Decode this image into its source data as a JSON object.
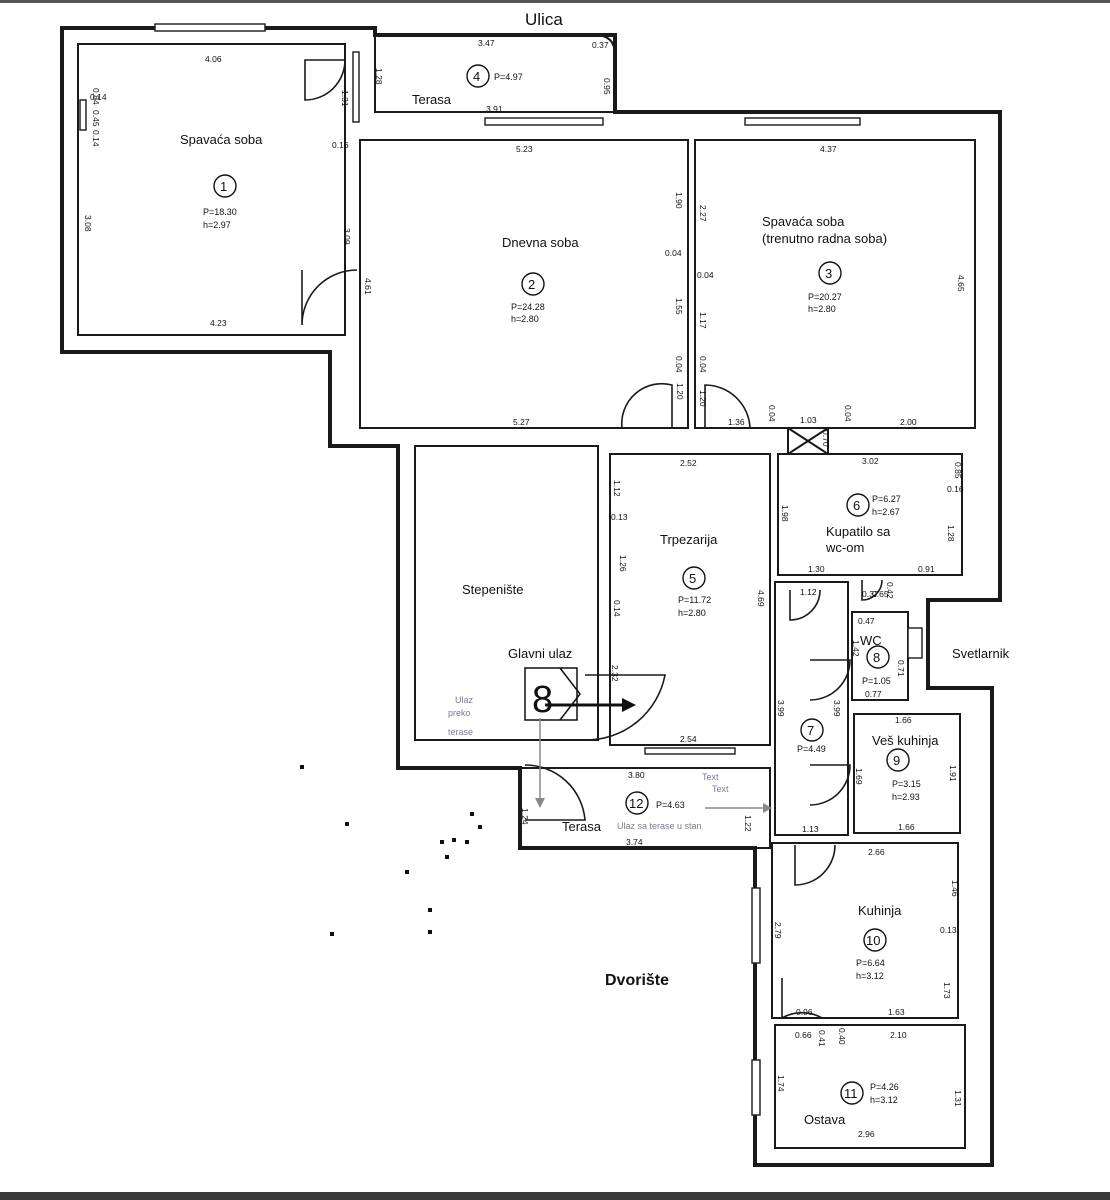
{
  "labels": {
    "street": "Ulica",
    "yard": "Dvorište",
    "lightwell": "Svetlarnik",
    "main_entrance": "Glavni ulaz",
    "entrance_number": "8",
    "entrance_via_terrace_1": "Ulaz",
    "entrance_via_terrace_2": "preko",
    "entrance_via_terrace_3": "terase",
    "terrace_entry": "Ulaz sa terase u stan",
    "text_1": "Text",
    "text_2": "Text"
  },
  "rooms": {
    "r1": {
      "num": "1",
      "name": "Spavaća soba",
      "area": "P=18.30",
      "height": "h=2.97"
    },
    "r2": {
      "num": "2",
      "name": "Dnevna soba",
      "area": "P=24.28",
      "height": "h=2.80"
    },
    "r3": {
      "num": "3",
      "name": "Spavaća soba",
      "name2": "(trenutno radna soba)",
      "area": "P=20.27",
      "height": "h=2.80"
    },
    "r4": {
      "num": "4",
      "name": "Terasa",
      "area": "P=4.97"
    },
    "r5": {
      "num": "5",
      "name": "Trpezarija",
      "area": "P=11.72",
      "height": "h=2.80"
    },
    "r6": {
      "num": "6",
      "name": "Kupatilo sa",
      "name2": "wc-om",
      "area": "P=6.27",
      "height": "h=2.67"
    },
    "r7": {
      "num": "7",
      "area": "P=4.49"
    },
    "r8": {
      "num": "8",
      "name": "WC",
      "area": "P=1.05"
    },
    "r9": {
      "num": "9",
      "name": "Veš kuhinja",
      "area": "P=3.15",
      "height": "h=2.93"
    },
    "r10": {
      "num": "10",
      "name": "Kuhinja",
      "area": "P=6.64",
      "height": "h=3.12"
    },
    "r11": {
      "num": "11",
      "name": "Ostava",
      "area": "P=4.26",
      "height": "h=3.12"
    },
    "r12": {
      "num": "12",
      "name": "Terasa",
      "area": "P=4.63"
    },
    "stairs": {
      "name": "Stepenište"
    }
  },
  "dims": {
    "d1": "4.06",
    "d2": "0.84",
    "d3": "0.14",
    "d4": "0.45",
    "d5": "0.14",
    "d6": "3.08",
    "d7": "4.23",
    "d8": "3.47",
    "d9": "0.37",
    "d10": "1.28",
    "d11": "0.95",
    "d12": "3.91",
    "d13": "1.31",
    "d14": "0.16",
    "d15": "5.23",
    "d16": "3.09",
    "d17": "4.61",
    "d18": "1.90",
    "d19": "0.04",
    "d20": "1.55",
    "d21": "0.04",
    "d22": "5.27",
    "d23": "4.37",
    "d24": "2.27",
    "d25": "0.04",
    "d26": "1.17",
    "d27": "4.65",
    "d28": "0.04",
    "d29": "1.20",
    "d30": "1.36",
    "d31": "0.04",
    "d32": "1.03",
    "d33": "0.04",
    "d34": "2.00",
    "d35": "0.70",
    "d36": "1.20",
    "d37": "2.52",
    "d38": "1.12",
    "d39": "0.13",
    "d40": "1.26",
    "d41": "0.14",
    "d42": "2.32",
    "d43": "4.69",
    "d44": "2.54",
    "d45": "3.02",
    "d46": "0.85",
    "d47": "0.16",
    "d48": "1.98",
    "d49": "1.28",
    "d50": "1.30",
    "d51": "0.37",
    "d52": "0.42",
    "d53": "0.65",
    "d54": "0.91",
    "d55": "1.12",
    "d56": "0.47",
    "d57": "1.42",
    "d58": "0.77",
    "d59": "0.71",
    "d60": "3.99",
    "d61": "3.99",
    "d62": "1.66",
    "d63": "1.69",
    "d64": "1.91",
    "d65": "1.66",
    "d66": "3.80",
    "d67": "1.24",
    "d68": "1.22",
    "d69": "3.74",
    "d70": "1.13",
    "d71": "2.66",
    "d72": "1.46",
    "d73": "2.79",
    "d74": "0.13",
    "d75": "1.73",
    "d76": "0.96",
    "d77": "0.41",
    "d78": "0.40",
    "d79": "1.63",
    "d80": "0.66",
    "d81": "2.10",
    "d82": "1.74",
    "d83": "1.31",
    "d84": "2.96"
  }
}
